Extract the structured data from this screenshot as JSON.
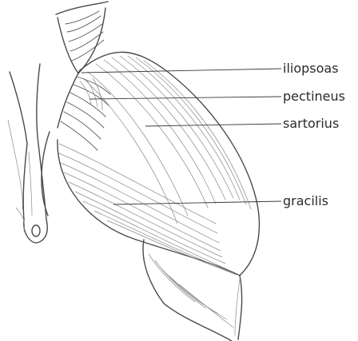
{
  "labels": {
    "iliopsoas": "iliopsoas",
    "pectineus": "pectineus",
    "sartorius": "sartorius",
    "gracilis": "gracilis"
  },
  "colors": {
    "line": "#4a4a4a",
    "fiber": "#8a8a8a",
    "background": "#ffffff"
  }
}
